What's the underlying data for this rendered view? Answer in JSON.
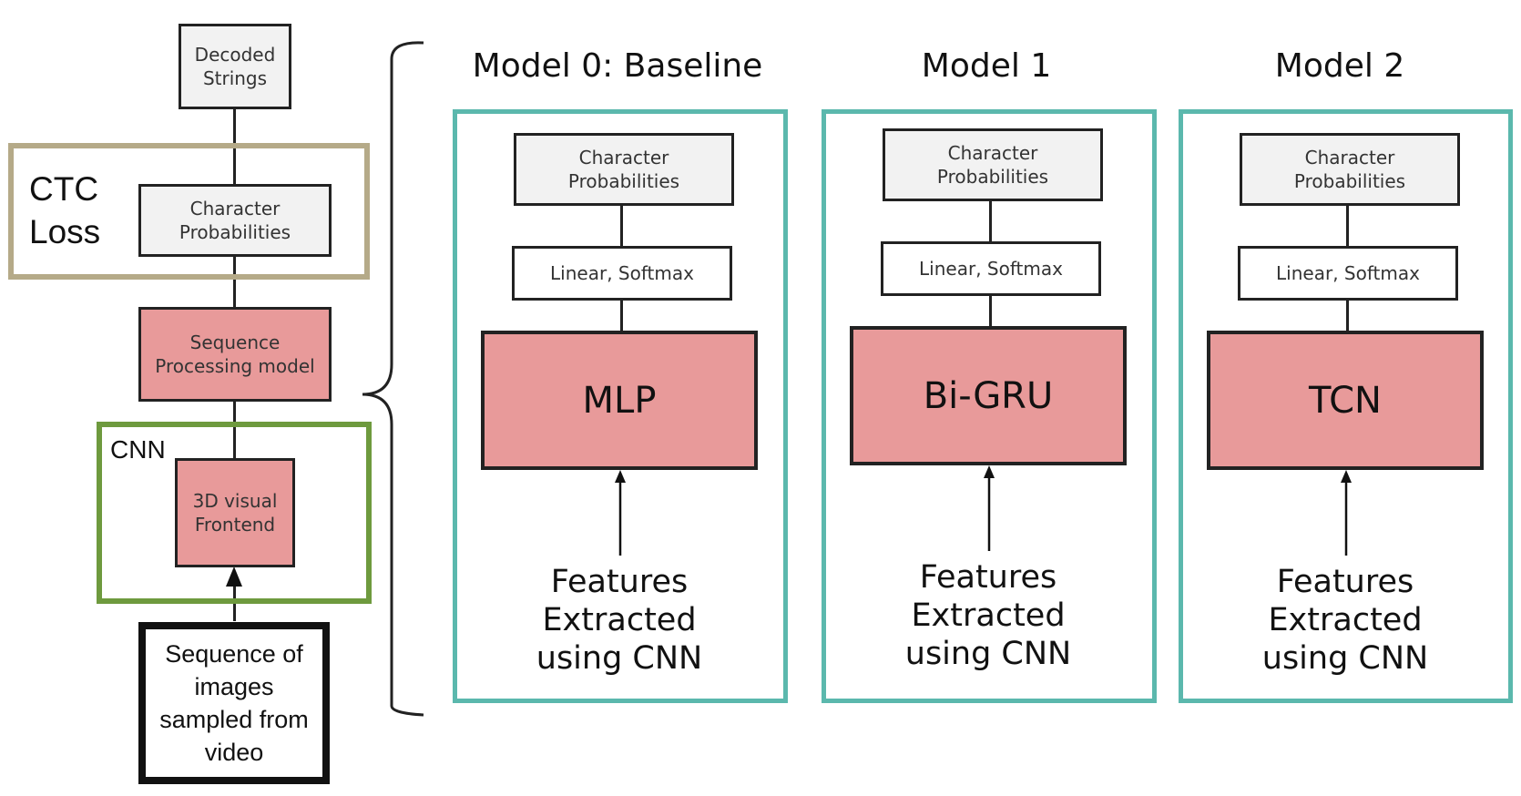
{
  "pipeline": {
    "decoded": "Decoded\nStrings",
    "char_probs": "Character\nProbabilities",
    "seq_model": "Sequence\nProcessing model",
    "frontend": "3D visual\nFrontend",
    "input": "Sequence of\nimages\nsampled from\nvideo",
    "ctc_label": "CTC\nLoss",
    "cnn_label": "CNN"
  },
  "models": [
    {
      "title": "Model 0: Baseline",
      "char_probs": "Character\nProbabilities",
      "linear": "Linear, Softmax",
      "core": "MLP",
      "features": "Features\nExtracted\nusing CNN"
    },
    {
      "title": "Model 1",
      "char_probs": "Character\nProbabilities",
      "linear": "Linear, Softmax",
      "core": "Bi-GRU",
      "features": "Features\nExtracted\nusing CNN"
    },
    {
      "title": "Model 2",
      "char_probs": "Character\nProbabilities",
      "linear": "Linear, Softmax",
      "core": "TCN",
      "features": "Features\nExtracted\nusing CNN"
    }
  ],
  "colors": {
    "teal": "#5bb8ad",
    "pink": "#e89a9a",
    "tan": "#b5aa88",
    "green": "#6e9a3e",
    "gray_box": "#f2f2f2"
  }
}
